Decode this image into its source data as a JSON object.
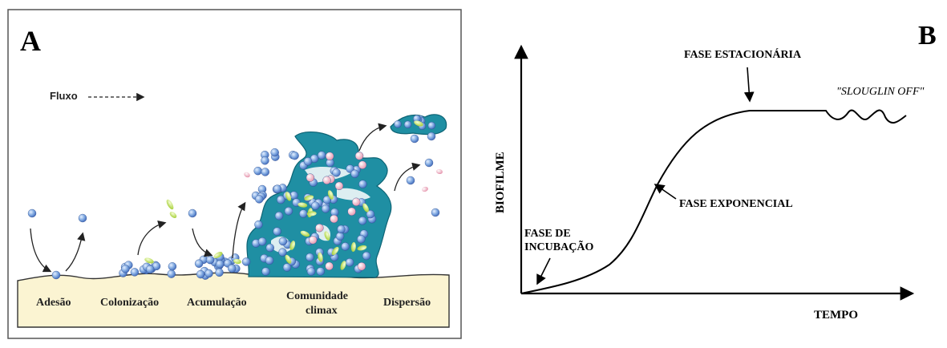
{
  "panel_a": {
    "letter": "A",
    "flow_label": "Fluxo",
    "stages": [
      "Adesão",
      "Colonização",
      "Acumulação",
      "Comunidade",
      "Dispersão"
    ],
    "stage_line2": "climax",
    "colors": {
      "frame": "#555555",
      "surface": "#fbf4d2",
      "surface_line": "#333333",
      "matrix": "#1f8fa3",
      "matrix_dark": "#0e6475",
      "cell_blue": "#7fa8e0",
      "cell_blue_dark": "#3e66b8",
      "cell_green": "#c7e86a",
      "cell_pink": "#f2b6c8"
    }
  },
  "panel_b": {
    "letter": "B",
    "y_axis_label": "BIOFILME",
    "x_axis_label": "TEMPO",
    "annotations": {
      "incubation_line1": "FASE DE",
      "incubation_line2": "INCUBAÇÃO",
      "exponential": "FASE EXPONENCIAL",
      "stationary": "FASE ESTACIONÁRIA",
      "slough": "\"SLOUGLIN OFF\""
    },
    "colors": {
      "ink": "#000000"
    }
  }
}
